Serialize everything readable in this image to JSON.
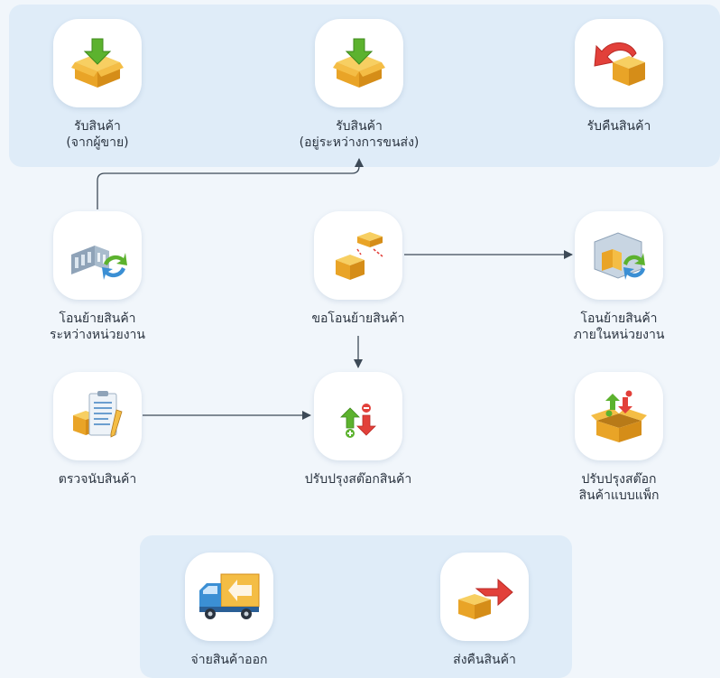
{
  "nodes": {
    "receive_vendor": {
      "label": "รับสินค้า\n(จากผู้ขาย)",
      "icon": "receive-box-icon"
    },
    "receive_transit": {
      "label": "รับสินค้า\n(อยู่ระหว่างการขนส่ง)",
      "icon": "receive-box-icon"
    },
    "receive_return": {
      "label": "รับคืนสินค้า",
      "icon": "return-box-icon"
    },
    "transfer_between": {
      "label": "โอนย้ายสินค้า\nระหว่างหน่วยงาน",
      "icon": "transfer-between-units-icon"
    },
    "request_transfer": {
      "label": "ขอโอนย้ายสินค้า",
      "icon": "request-transfer-icon"
    },
    "transfer_within": {
      "label": "โอนย้ายสินค้า\nภายในหน่วยงาน",
      "icon": "transfer-within-unit-icon"
    },
    "stock_count": {
      "label": "ตรวจนับสินค้า",
      "icon": "stock-count-clipboard-icon"
    },
    "stock_adjust": {
      "label": "ปรับปรุงสต๊อกสินค้า",
      "icon": "stock-adjust-icon"
    },
    "pack_adjust": {
      "label": "ปรับปรุงสต๊อก\nสินค้าแบบแพ็ก",
      "icon": "pack-stock-adjust-icon"
    },
    "issue": {
      "label": "จ่ายสินค้าออก",
      "icon": "delivery-truck-icon"
    },
    "send_return": {
      "label": "ส่งคืนสินค้า",
      "icon": "send-return-box-icon"
    }
  },
  "colors": {
    "panel": "#dfecf8",
    "background": "#f1f6fb",
    "arrow": "#3d4a57",
    "box": "#f2b431",
    "green": "#5cb22e",
    "red": "#e2403a"
  }
}
